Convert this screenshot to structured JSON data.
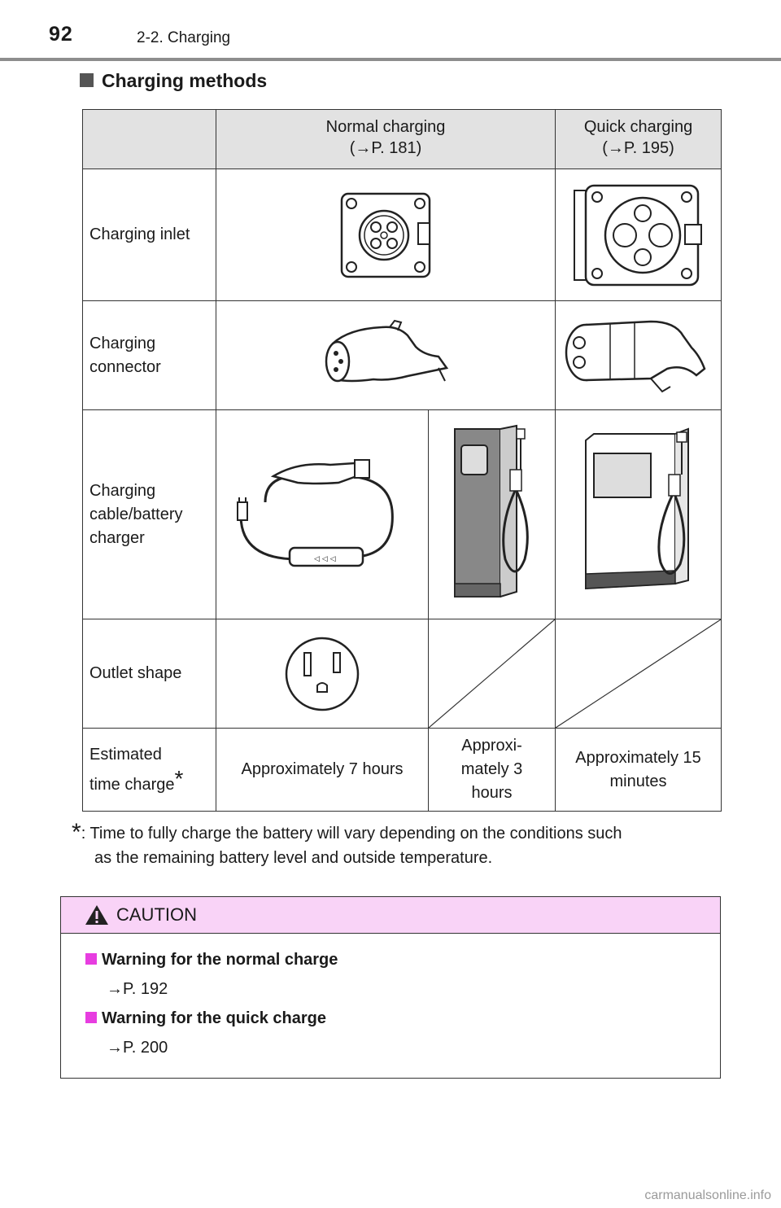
{
  "header": {
    "page_number": "92",
    "section": "2-2. Charging"
  },
  "heading": "Charging methods",
  "table": {
    "columns": [
      {
        "line1": "Normal charging",
        "line2": "(→P. 181)"
      },
      {
        "line1": "Quick charging",
        "line2": "(→P. 195)"
      }
    ],
    "rows": {
      "inlet": "Charging inlet",
      "connector": "Charging connector",
      "cable": [
        "Charging",
        "cable/battery",
        "charger"
      ],
      "outlet": "Outlet shape",
      "estimated": [
        "Estimated",
        "time charge",
        "*"
      ]
    },
    "times": {
      "normal_a": "Approximately 7 hours",
      "normal_b": [
        "Approxi-",
        "mately 3",
        "hours"
      ],
      "quick": [
        "Approximately 15",
        "minutes"
      ]
    }
  },
  "footnote": {
    "marker": "*",
    "line1": ": Time to fully charge the battery will vary depending on the conditions such",
    "line2": "as the remaining battery level and outside temperature."
  },
  "caution": {
    "title": "CAUTION",
    "items": [
      {
        "title": "Warning for the normal charge",
        "ref": "→P. 192"
      },
      {
        "title": "Warning for the quick charge",
        "ref": "→P. 200"
      }
    ]
  },
  "watermark": "carmanualsonline.info",
  "colors": {
    "caution_header": "#f9d3f7",
    "caution_bullet": "#e73de0",
    "header_rule": "#8d8d8d",
    "table_header": "#e2e2e2"
  }
}
